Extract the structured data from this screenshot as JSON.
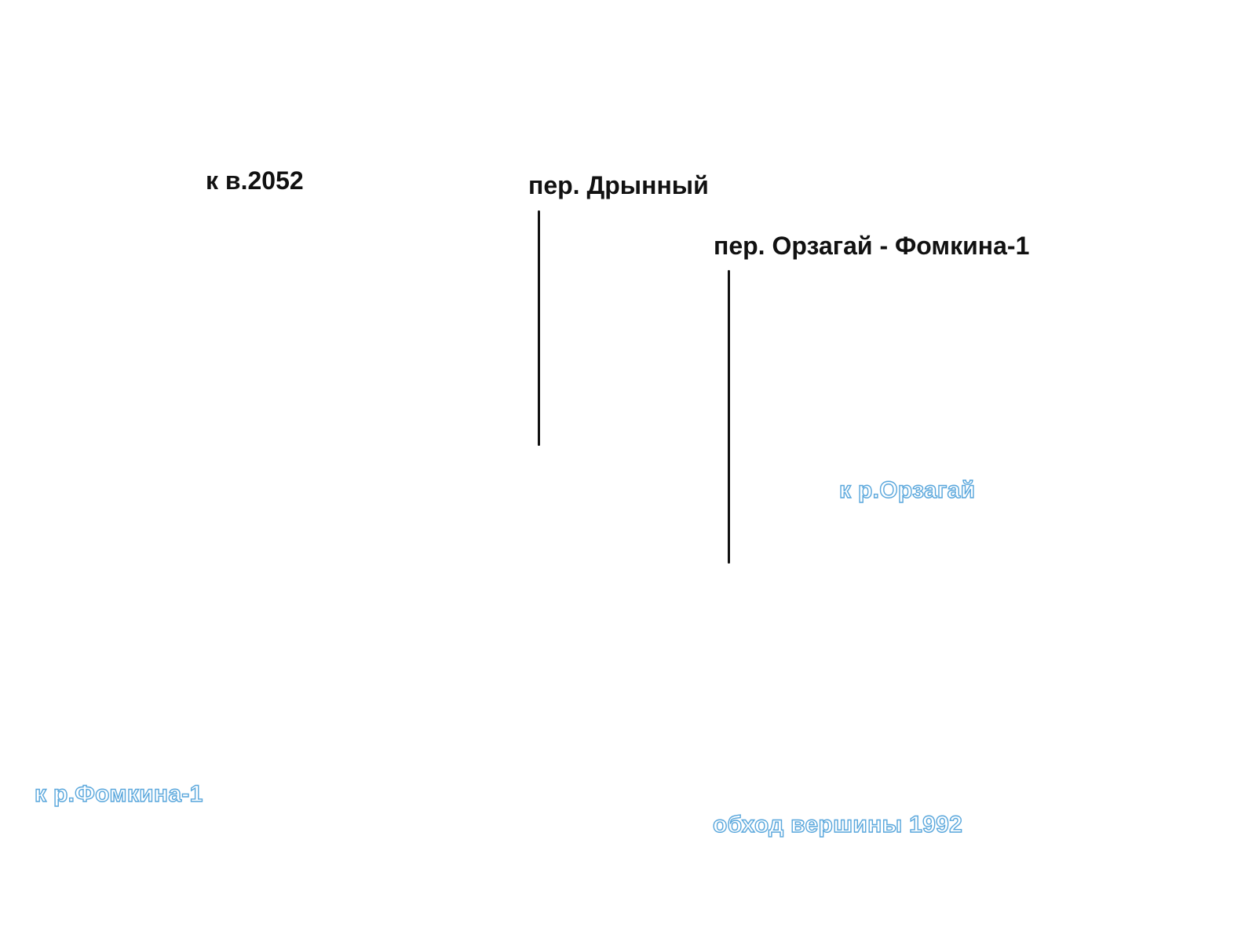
{
  "labels": {
    "peak_2052": "к в.2052",
    "pass_drynny": "пер. Дрынный",
    "pass_orzagai_fomkina": "пер. Орзагай - Фомкина-1",
    "to_river_orzagai": "к р.Орзагай",
    "to_river_fomkina": "к р.Фомкина-1",
    "bypass_summit": "обход вершины 1992"
  },
  "colors": {
    "label_primary": "#111111",
    "label_water_outline": "#5aa7dc",
    "route_line": "#111111",
    "background": "#ffffff"
  }
}
